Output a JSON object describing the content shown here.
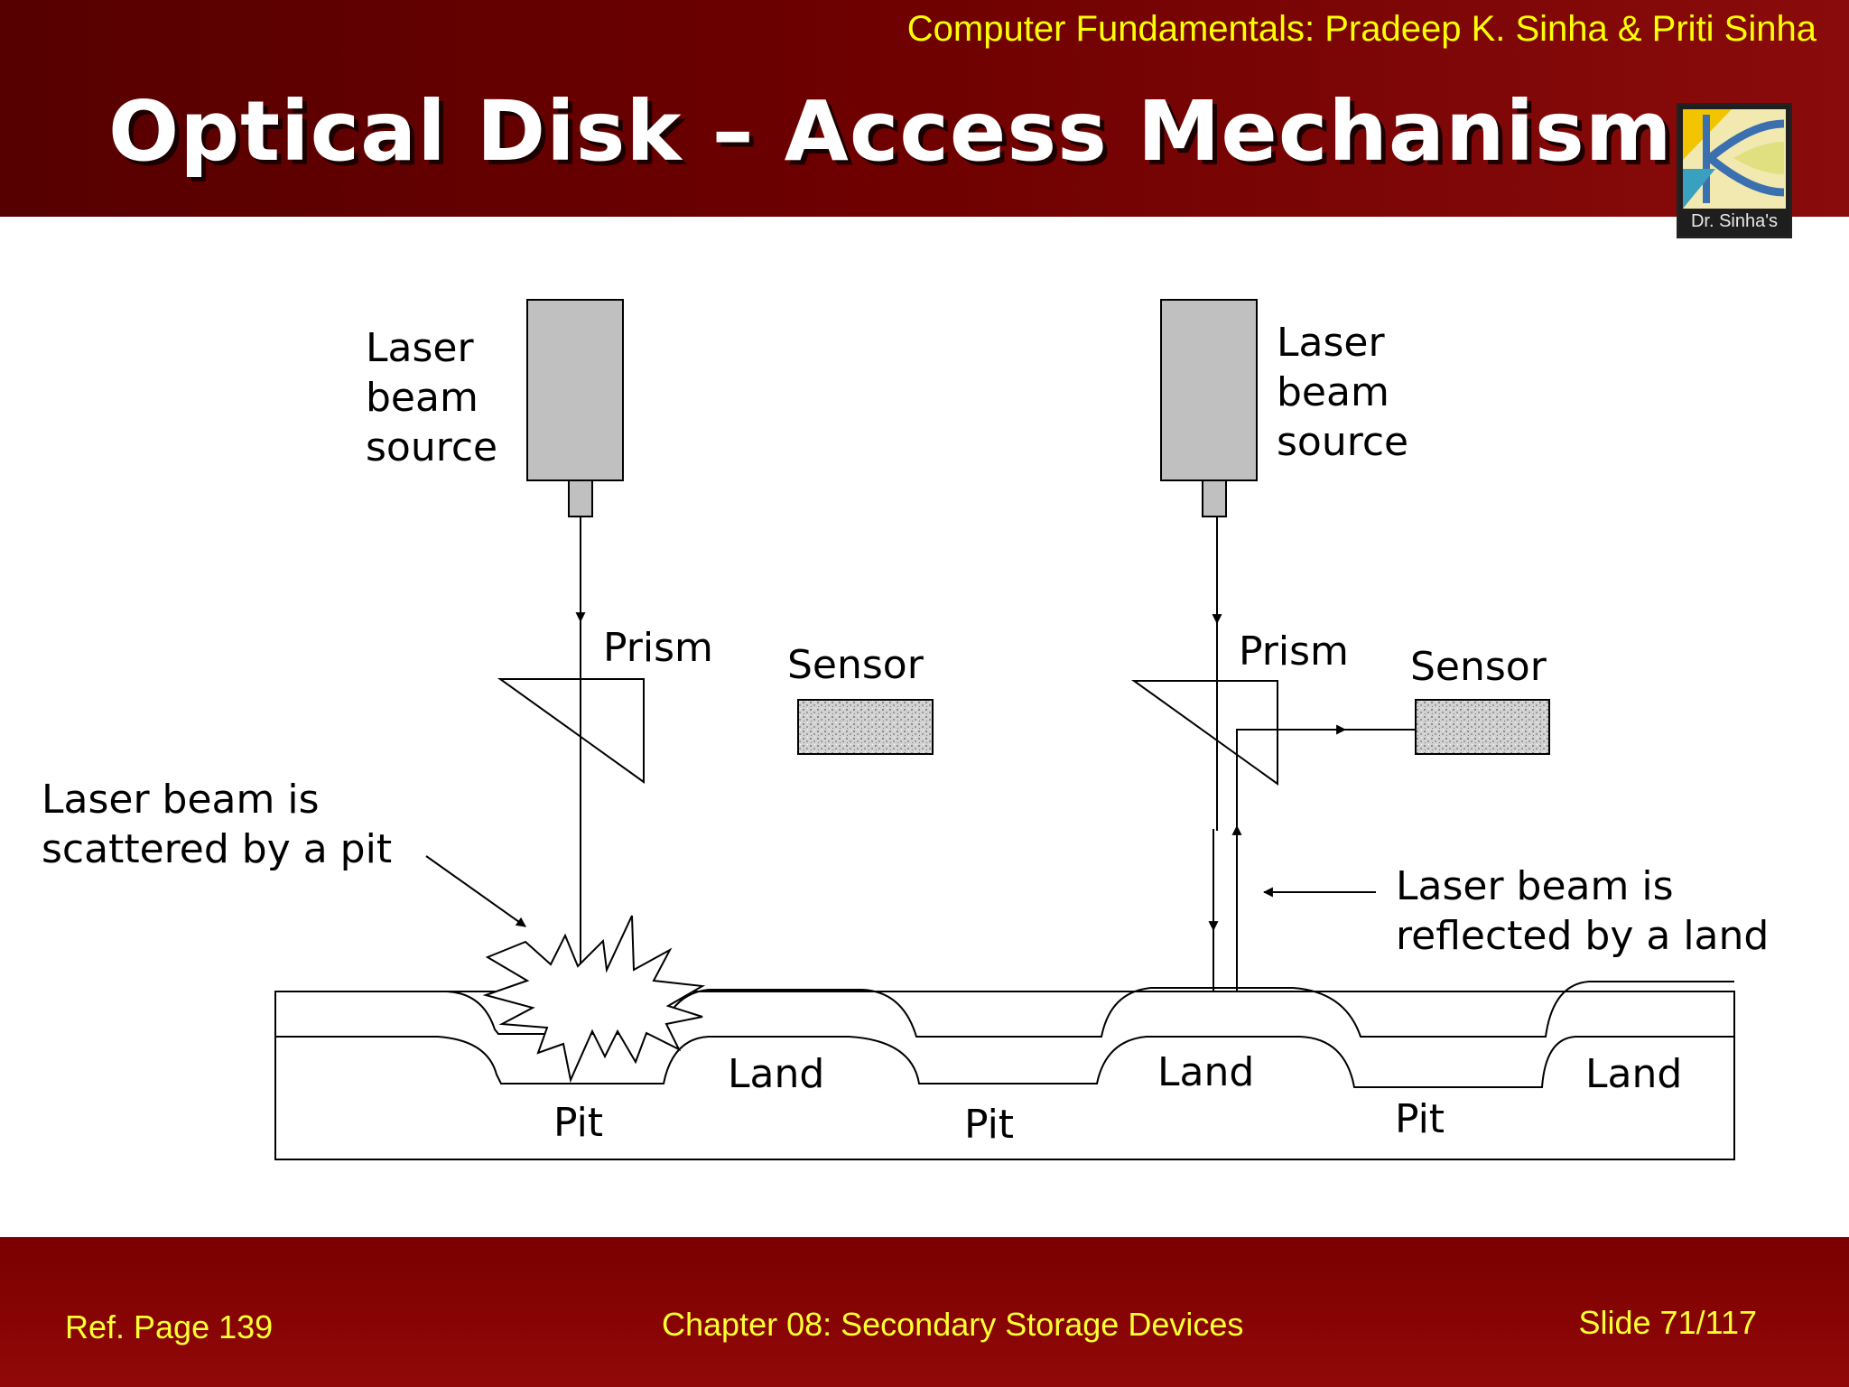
{
  "header": {
    "book_title": "Computer Fundamentals: Pradeep K. Sinha & Priti Sinha",
    "slide_title": "Optical Disk – Access Mechanism",
    "logo_text": "Dr. Sinha's"
  },
  "diagram": {
    "left": {
      "source_label": "Laser\nbeam\nsource",
      "prism_label": "Prism",
      "sensor_label": "Sensor",
      "note": "Laser beam is\nscattered by a pit"
    },
    "right": {
      "source_label": "Laser\nbeam\nsource",
      "prism_label": "Prism",
      "sensor_label": "Sensor",
      "note": "Laser beam is\nreflected by a land"
    },
    "surface": {
      "land_label": "Land",
      "pit_label": "Pit"
    }
  },
  "footer": {
    "ref": "Ref. Page  139",
    "chapter": "Chapter 08: Secondary Storage Devices",
    "slide": "Slide 71/117"
  },
  "colors": {
    "header_bg": "#6d0000",
    "footer_bg": "#8a0000",
    "accent_text": "#ffff00",
    "device_fill": "#c0c0c0"
  }
}
